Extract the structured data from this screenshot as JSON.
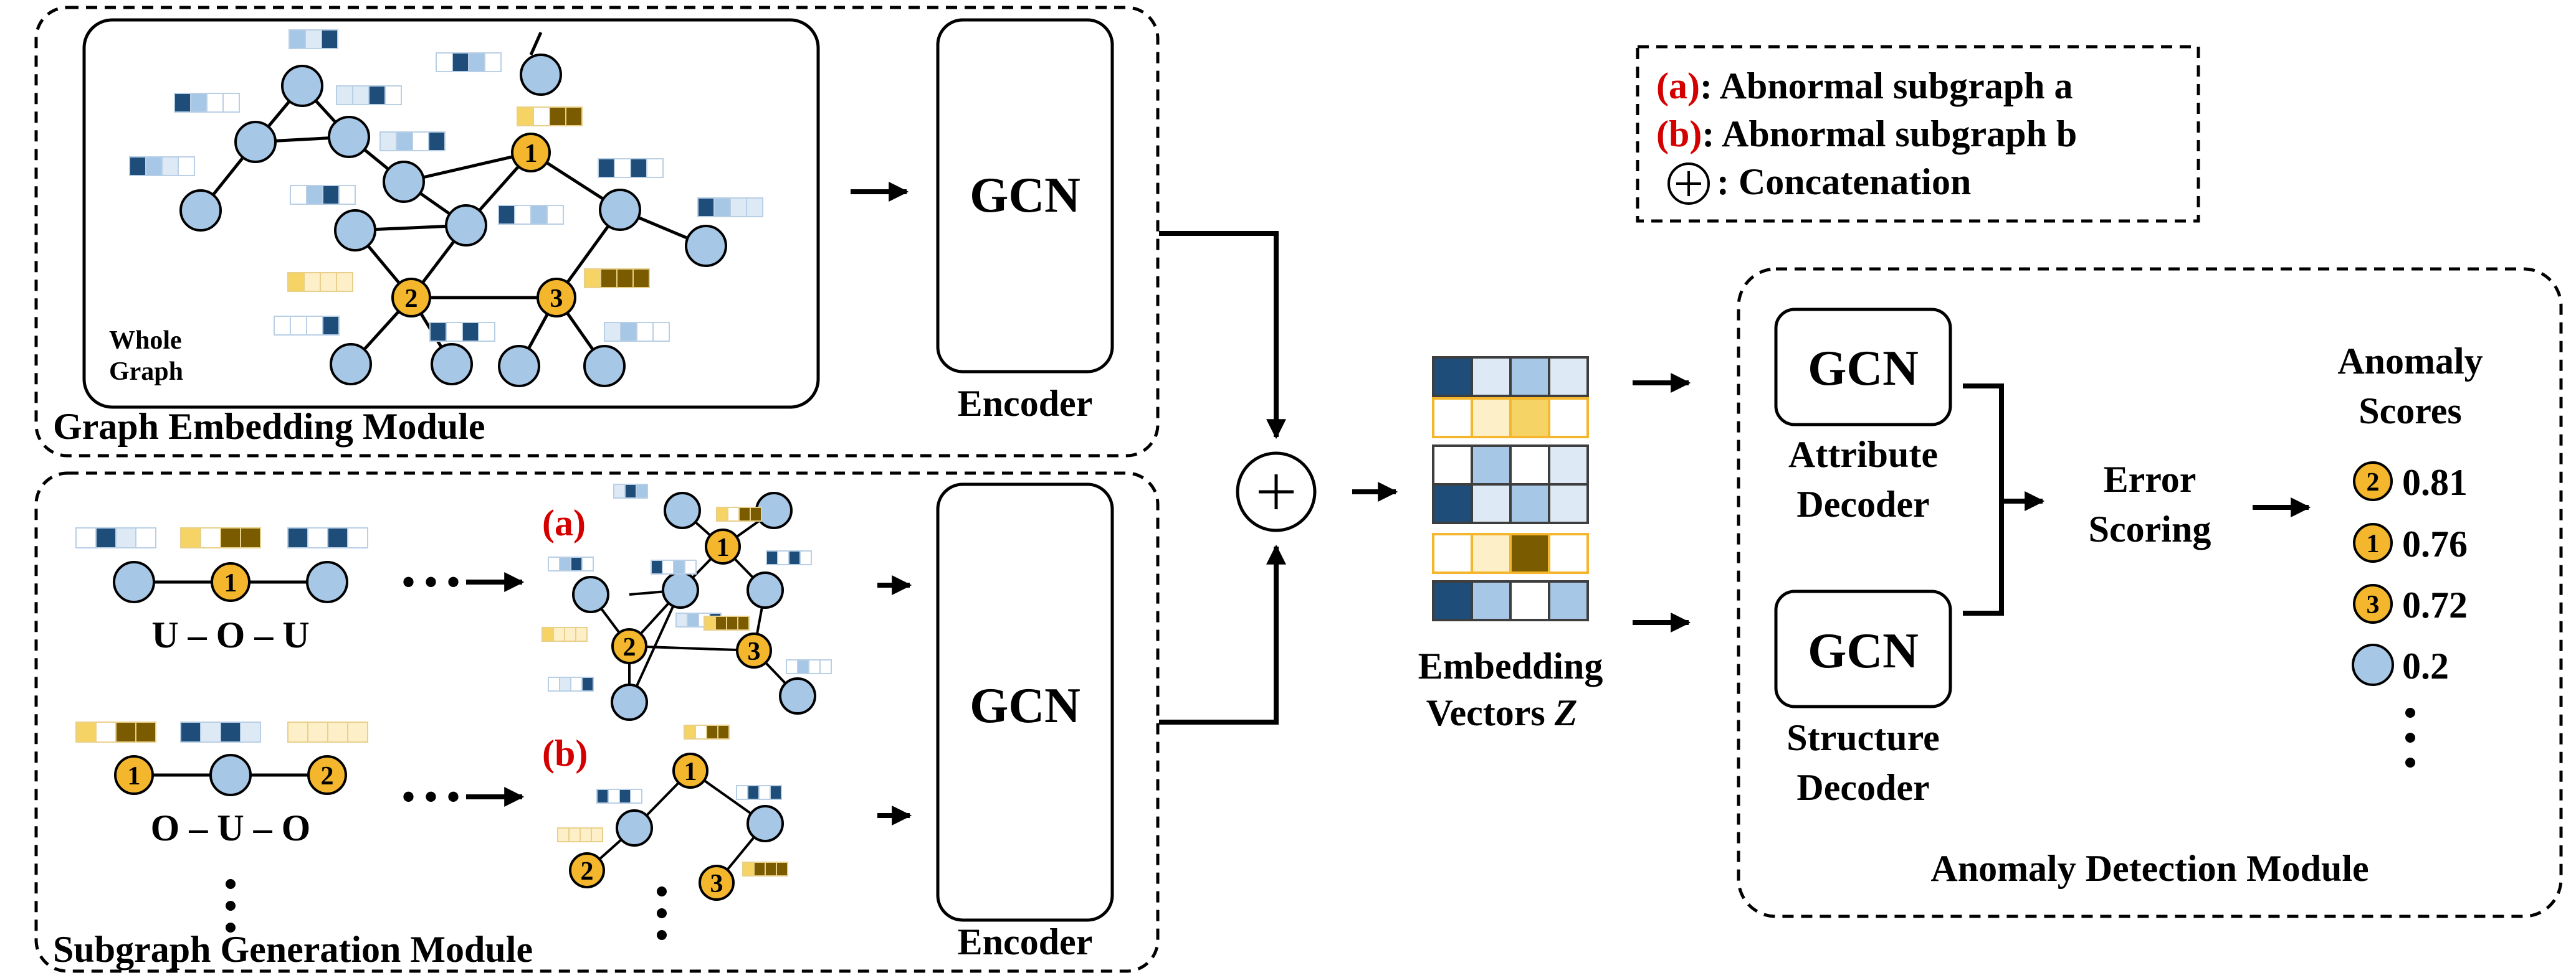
{
  "graph_embedding_module": {
    "title": "Graph Embedding Module",
    "whole_graph_line1": "Whole",
    "whole_graph_line2": "Graph",
    "node_1": "1",
    "node_2": "2",
    "node_3": "3"
  },
  "subgraph_generation_module": {
    "title": "Subgraph Generation Module",
    "pattern_uou": "U – O – U",
    "pattern_ouo": "O – U – O",
    "subgraph_a_label": "(a)",
    "subgraph_b_label": "(b)",
    "ellipsis": "• • •"
  },
  "encoder_top": {
    "gcn": "GCN",
    "caption": "Encoder"
  },
  "encoder_bottom": {
    "gcn": "GCN",
    "caption": "Encoder"
  },
  "concat_symbol": "+",
  "embedding": {
    "line1": "Embedding",
    "line2": "Vectors",
    "symbol": "Z"
  },
  "legend": {
    "a_tag": "(a)",
    "a_text": ": Abnormal subgraph a",
    "b_tag": "(b)",
    "b_text": ": Abnormal subgraph b",
    "concat_symbol": "+",
    "concat_text": ": Concatenation"
  },
  "anomaly_detection_module": {
    "title": "Anomaly Detection Module",
    "attribute_decoder": {
      "gcn": "GCN",
      "line1": "Attribute",
      "line2": "Decoder"
    },
    "structure_decoder": {
      "gcn": "GCN",
      "line1": "Structure",
      "line2": "Decoder"
    },
    "error_scoring_line1": "Error",
    "error_scoring_line2": "Scoring",
    "scores_title_line1": "Anomaly",
    "scores_title_line2": "Scores",
    "scores": [
      {
        "node": "2",
        "value": "0.81"
      },
      {
        "node": "1",
        "value": "0.76"
      },
      {
        "node": "3",
        "value": "0.72"
      },
      {
        "node": "",
        "value": "0.2"
      }
    ]
  },
  "colors": {
    "node_normal": "#a7c7e7",
    "node_anomaly": "#f3b62c",
    "dark_blue": "#1e4d7a",
    "mid_blue": "#a7c7e7",
    "light_blue": "#dde9f5",
    "dark_gold": "#7a5b00",
    "gold": "#f6d365",
    "light_gold": "#fdf0c8"
  }
}
